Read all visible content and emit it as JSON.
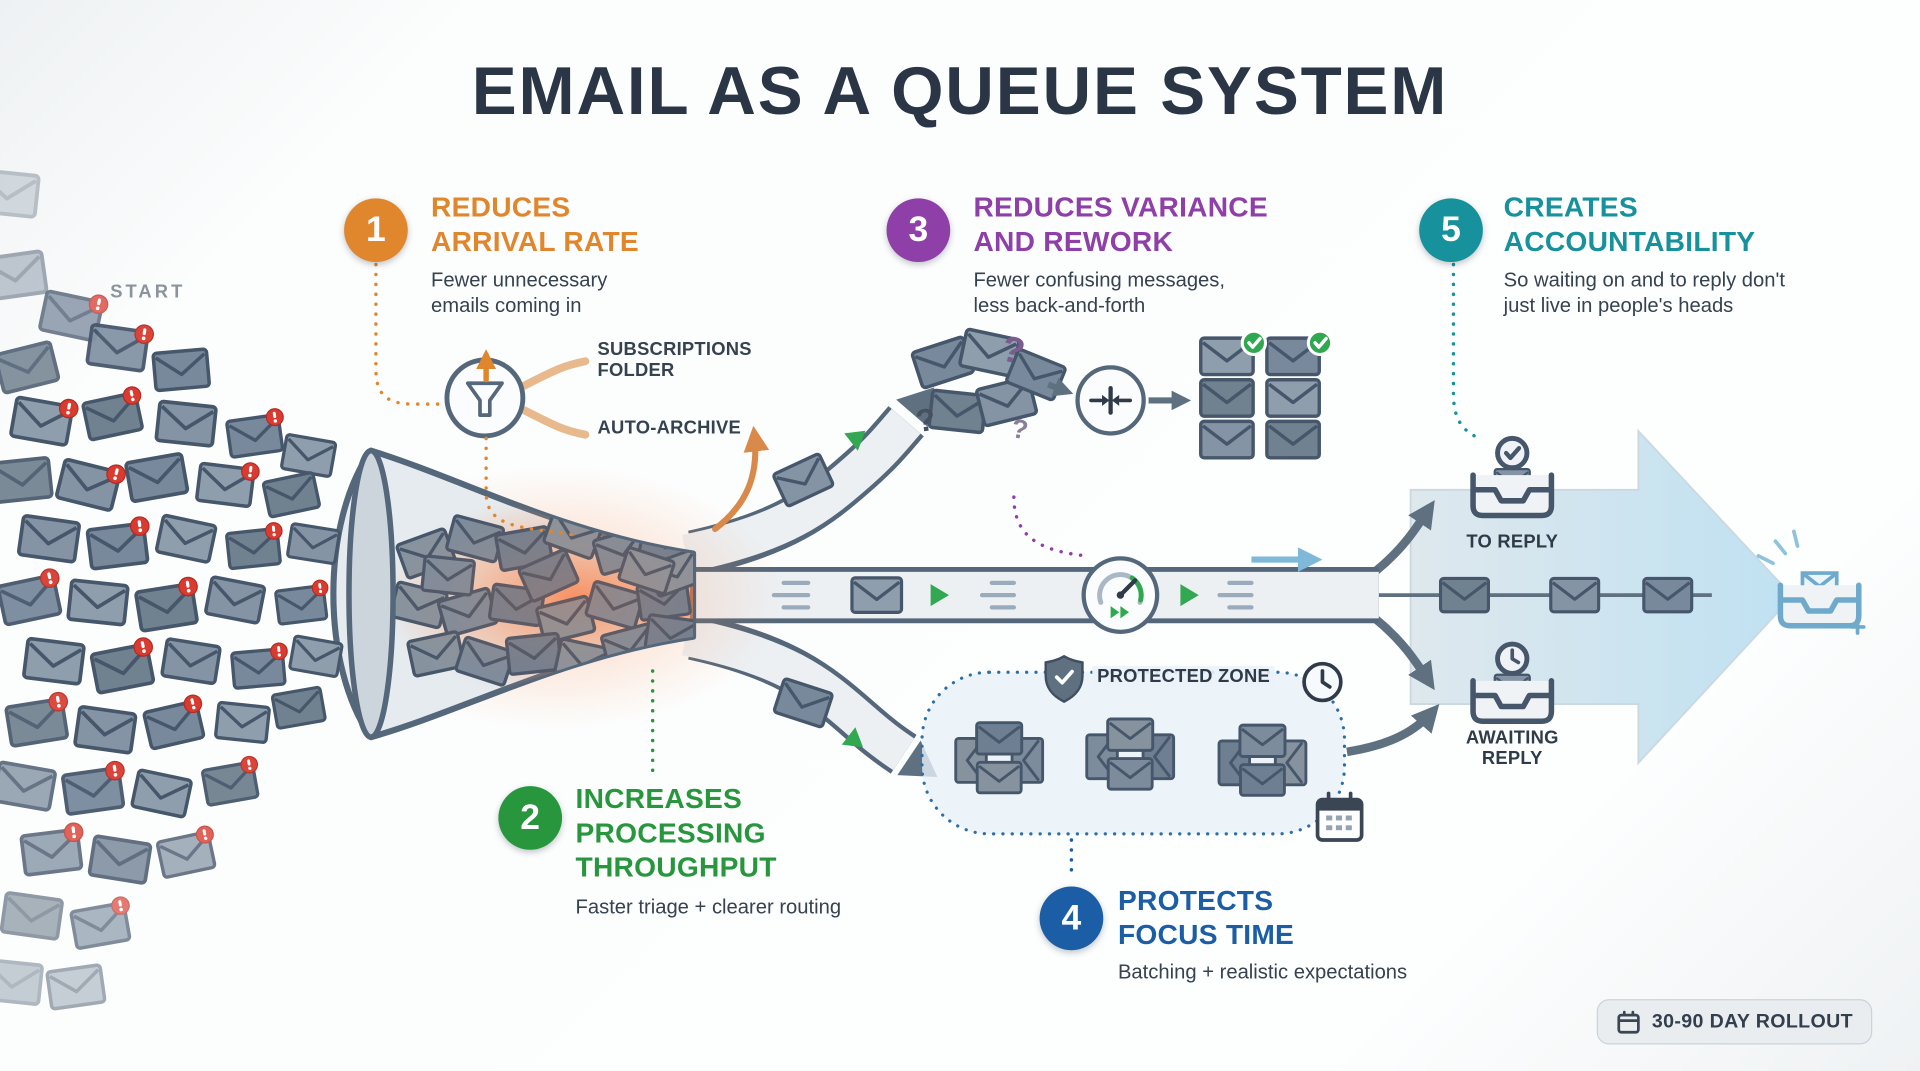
{
  "title": "EMAIL AS A QUEUE SYSTEM",
  "start_label": "START",
  "sections": [
    {
      "number": "1",
      "color": "#E0862C",
      "heading": [
        "REDUCES",
        "ARRIVAL RATE"
      ],
      "body": [
        "Fewer unnecessary",
        "emails coming in"
      ]
    },
    {
      "number": "2",
      "color": "#27963C",
      "heading": [
        "INCREASES",
        "PROCESSING",
        "THROUGHPUT"
      ],
      "body": [
        "Faster triage + clearer routing"
      ]
    },
    {
      "number": "3",
      "color": "#8E3FA8",
      "heading": [
        "REDUCES VARIANCE",
        "AND REWORK"
      ],
      "body": [
        "Fewer confusing messages,",
        "less back-and-forth"
      ]
    },
    {
      "number": "4",
      "color": "#1B5EA6",
      "heading": [
        "PROTECTS",
        "FOCUS TIME"
      ],
      "body": [
        "Batching + realistic expectations"
      ]
    },
    {
      "number": "5",
      "color": "#17919B",
      "heading": [
        "CREATES",
        "ACCOUNTABILITY"
      ],
      "body": [
        "So waiting on and to reply don't",
        "just live in people's heads"
      ]
    }
  ],
  "funnel_branch": {
    "subscriptions": [
      "SUBSCRIPTIONS",
      "FOLDER"
    ],
    "auto_archive": "AUTO-ARCHIVE"
  },
  "protected_zone_label": "PROTECTED ZONE",
  "outputs": {
    "to_reply": "TO REPLY",
    "awaiting_reply": [
      "AWAITING",
      "REPLY"
    ]
  },
  "rollout_label": "30-90 DAY ROLLOUT",
  "glyphs": {
    "question_mark": "?"
  },
  "icon_names": [
    "funnel-icon",
    "up-arrow-icon",
    "merge-icon",
    "speed-gauge-icon",
    "fast-forward-icon",
    "shield-check-icon",
    "clock-icon",
    "calendar-icon",
    "inbox-tray-check-icon",
    "inbox-tray-clock-icon",
    "inbox-tray-icon",
    "envelope-icon",
    "alert-dot-icon",
    "check-icon",
    "play-marker-icon",
    "big-flow-arrow"
  ]
}
